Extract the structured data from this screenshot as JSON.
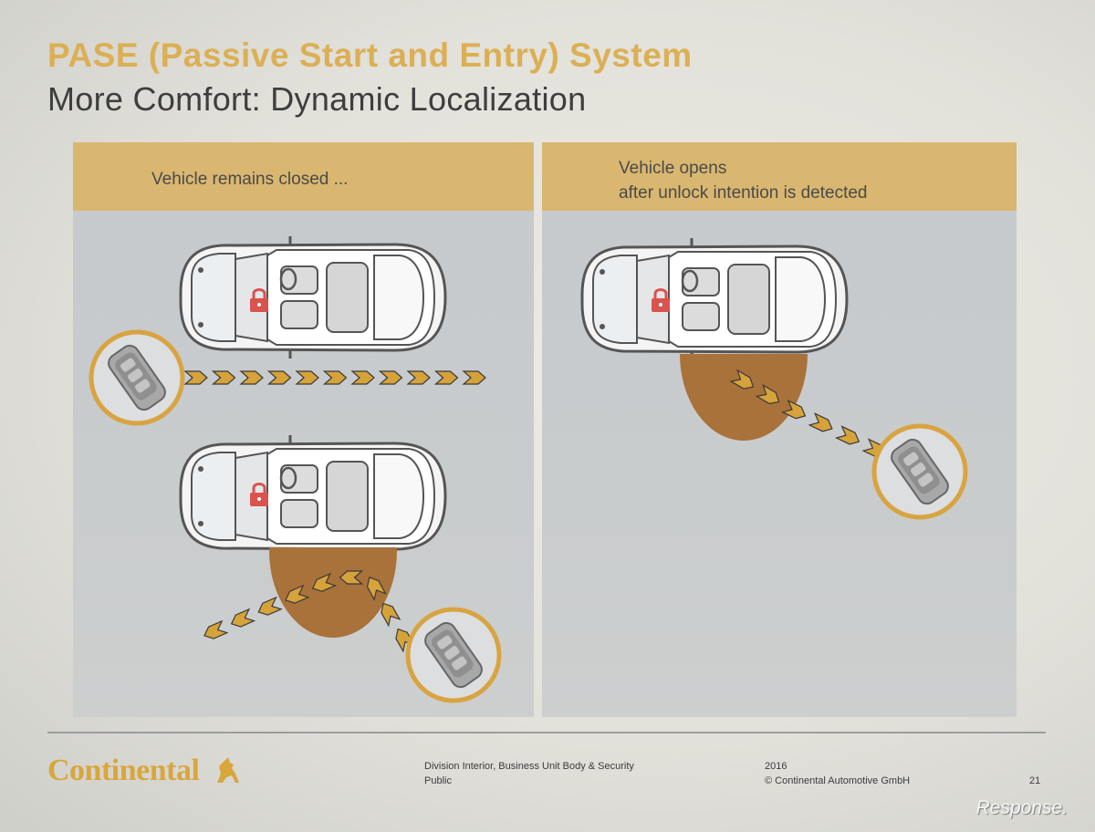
{
  "slide": {
    "title": "PASE (Passive Start and Entry) System",
    "subtitle": "More Comfort: Dynamic Localization"
  },
  "panels": {
    "left": {
      "header": "Vehicle remains closed ..."
    },
    "right": {
      "header_line1": "Vehicle opens",
      "header_line2": "after unlock intention is detected"
    }
  },
  "footer": {
    "logo_text": "Continental",
    "division": "Division Interior, Business Unit Body & Security",
    "classification": "Public",
    "year": "2016",
    "copyright": "© Continental Automotive GmbH",
    "page_number": "21"
  },
  "watermark": "Response.",
  "colors": {
    "title": "#dcaf55",
    "accent_gold": "#d9b770",
    "zone_brown": "#a8723a",
    "arrow_fill": "#d6a23a",
    "lock_red": "#d9534f"
  },
  "icons": [
    "padlock-icon",
    "car-key-fob-icon",
    "continental-horse-logo-icon"
  ]
}
